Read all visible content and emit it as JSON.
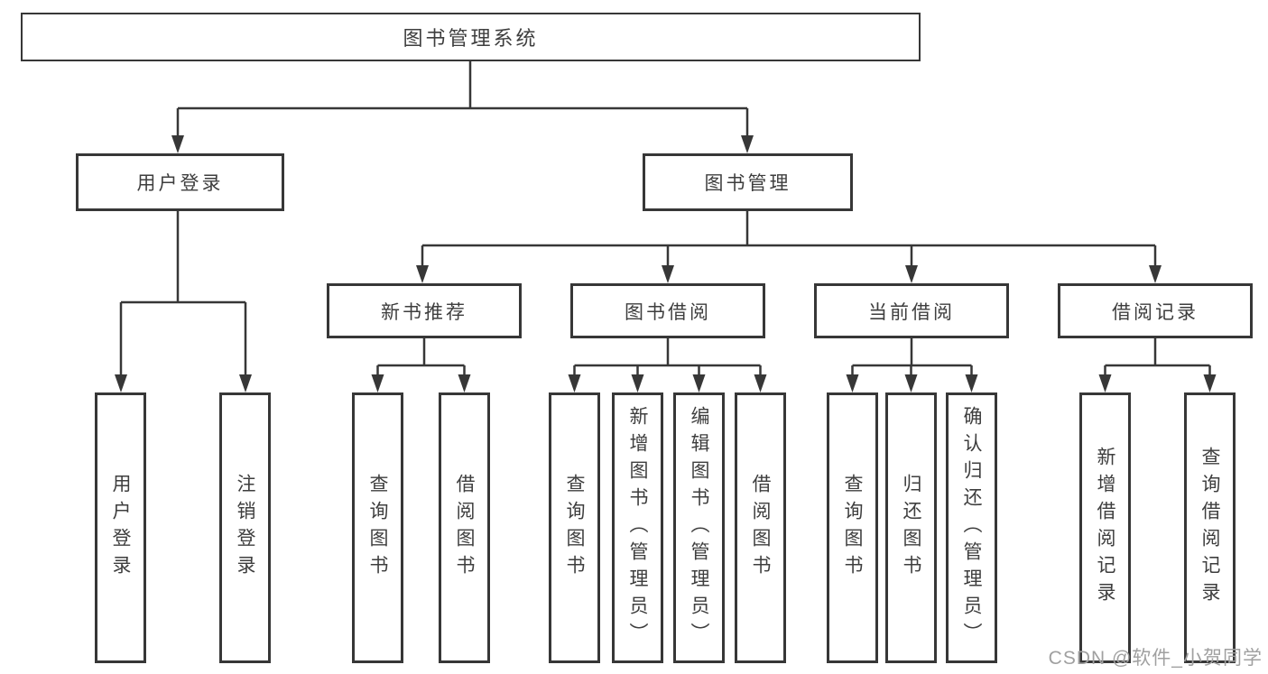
{
  "diagram_title": "图书管理系统",
  "tree": {
    "label": "图书管理系统",
    "children": [
      {
        "label": "用户登录",
        "children": [
          {
            "label": "用户登录"
          },
          {
            "label": "注销登录"
          }
        ]
      },
      {
        "label": "图书管理",
        "children": [
          {
            "label": "新书推荐",
            "children": [
              {
                "label": "查询图书"
              },
              {
                "label": "借阅图书"
              }
            ]
          },
          {
            "label": "图书借阅",
            "children": [
              {
                "label": "查询图书"
              },
              {
                "label": "新增图书（管理员）"
              },
              {
                "label": "编辑图书（管理员）"
              },
              {
                "label": "借阅图书"
              }
            ]
          },
          {
            "label": "当前借阅",
            "children": [
              {
                "label": "查询图书"
              },
              {
                "label": "归还图书"
              },
              {
                "label": "确认归还（管理员）"
              }
            ]
          },
          {
            "label": "借阅记录",
            "children": [
              {
                "label": "新增借阅记录"
              },
              {
                "label": "查询借阅记录"
              }
            ]
          }
        ]
      }
    ]
  },
  "watermark": {
    "text": "CSDN @软件_小贺同学"
  },
  "colors": {
    "line": "#373737",
    "box_border": "#373737",
    "text": "#3e3e3e",
    "background": "#ffffff",
    "watermark": "#a0a0a0"
  }
}
